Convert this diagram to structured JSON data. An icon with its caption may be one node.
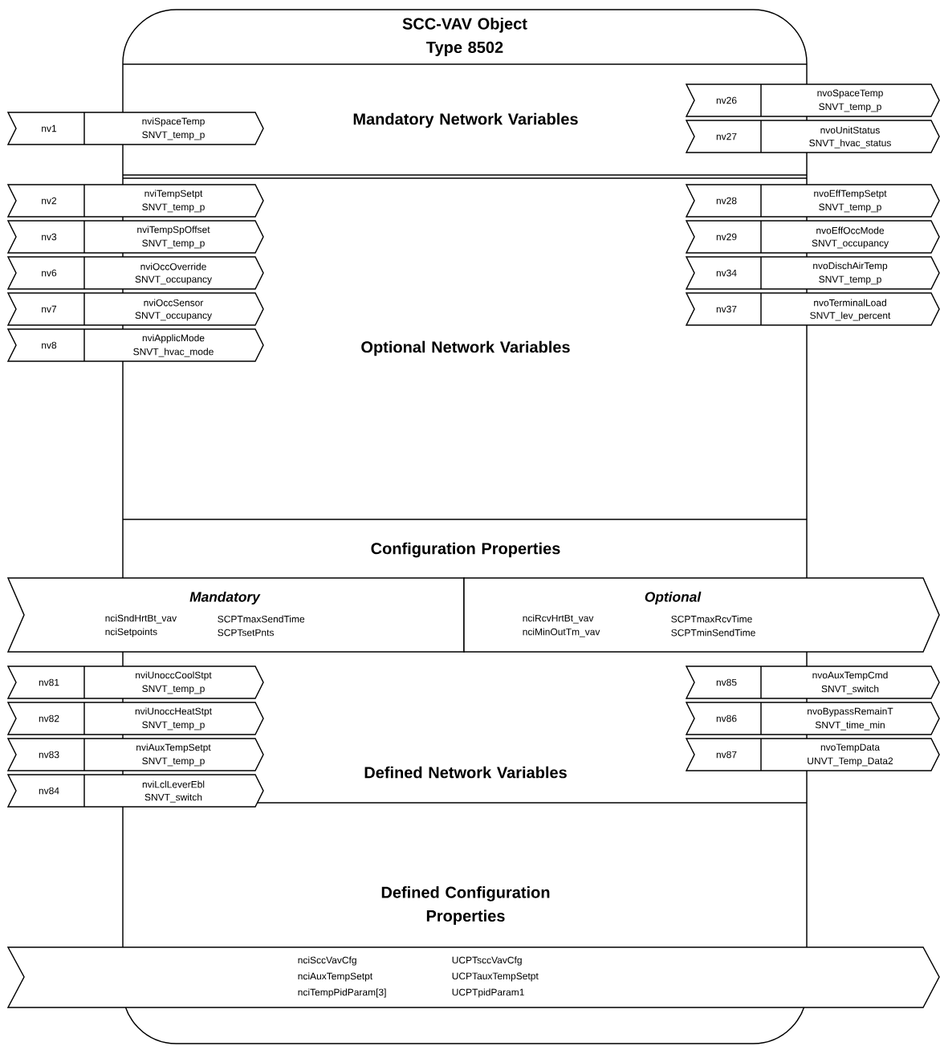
{
  "diagram": {
    "nodes": [
      {
        "text": [
          "SCC-VAV Object Type 8502"
        ]
      },
      {
        "text": [
          "nv1",
          "nviSpaceTemp",
          "SNVT_temp_p"
        ]
      },
      {
        "text": [
          "nv2",
          "nviTempSetpt",
          "SNVT_temp_p"
        ]
      },
      {
        "text": [
          "nv3",
          "nviTempSpOffset",
          "SNVT_temp_p"
        ]
      },
      {
        "text": [
          "nv6",
          "nviOccOverride",
          "SNVT_occupancy"
        ]
      },
      {
        "text": [
          "nv7",
          "nviOccSensor",
          "SNVT_occupancy"
        ]
      },
      {
        "text": [
          "nv8",
          "nviApplicMode",
          "SNVT_hvac_mode"
        ]
      },
      {
        "text": [
          "nv26",
          "nvoSpaceTemp",
          "SNVT_temp_p"
        ]
      },
      {
        "text": [
          "nv27",
          "nvoUnitStatus",
          "SNVT_hvac_status"
        ]
      },
      {
        "text": [
          "nv28",
          "nvoEffTempSetpt",
          "SNVT_temp_p"
        ]
      },
      {
        "text": [
          "nv29",
          "nvoEffOccMode",
          "SNVT_occupancy"
        ]
      },
      {
        "text": [
          "nv34",
          "nvoDischAirTemp",
          "SNVT_temp_p"
        ]
      },
      {
        "text": [
          "nv37",
          "nvoTerminalLoad",
          "SNVT_lev_percent"
        ]
      },
      {
        "text": [
          "Mandatory",
          "nciSndHrtBt_vav",
          "nciSetpoints",
          "SCPTmaxSendTime",
          "SCPTsetPnts"
        ]
      },
      {
        "text": [
          "Optional",
          "nciRcvHrtBt_vav",
          "nciMinOutTm_vav",
          "SCPTmaxRcvTime",
          "SCPTminSendTime"
        ]
      },
      {
        "text": [
          "nv81",
          "nviUnoccCoolStpt",
          "SNVT_temp_p"
        ]
      },
      {
        "text": [
          "nv82",
          "nviUnoccHeatStpt",
          "SNVT_temp_p"
        ]
      },
      {
        "text": [
          "nv83",
          "nviAuxTempSetpt",
          "SNVT_temp_p"
        ]
      },
      {
        "text": [
          "nv84",
          "nviLclLeverEbl",
          "SNVT_switch"
        ]
      },
      {
        "text": [
          "nv85",
          "nvoAuxTempCmd",
          "SNVT_switch"
        ]
      },
      {
        "text": [
          "nv86",
          "nvoBypassRemainT",
          "SNVT_time_min"
        ]
      },
      {
        "text": [
          "nv87",
          "nvoTempData",
          "UNVT_Temp_Data2"
        ]
      },
      {
        "text": [
          "nciSccVavCfg",
          "nciAuxTempSetpt",
          "nciTempPidParam[3]",
          "UCPTsccVavCfg",
          "UCPTauxTempSetpt",
          "UCPTpidParam1"
        ]
      }
    ],
    "labels": [
      "Mandatory Network Variables",
      "Optional Network Variables",
      "Configuration Properties",
      "Defined Network Variables",
      "Defined Configuration Properties"
    ]
  }
}
